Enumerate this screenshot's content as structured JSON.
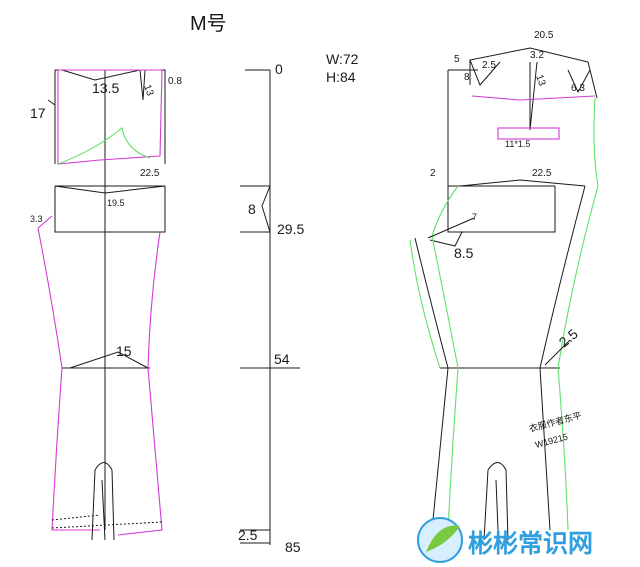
{
  "title": "M号",
  "specs": {
    "waist": "W:72",
    "hip": "H:84"
  },
  "scale": {
    "top": "0",
    "crotch": "29.5",
    "knee": "54",
    "bottom": "85",
    "band": "8",
    "hem": "2.5"
  },
  "front": {
    "waist_shape": "13.5",
    "dart": "13",
    "offset": "0.8",
    "side": "17",
    "hip_line": "22.5",
    "crotch_line": "19.5",
    "crotch_ext": "3.3",
    "knee": "15"
  },
  "back": {
    "waist_total": "20.5",
    "left_offset": "5",
    "left_dart": "2.5",
    "dart_depth": "8",
    "center_mark": "3.2",
    "center_depth": "13",
    "right_piece": "6.3",
    "pocket": "11*1.5",
    "rise_mark": "2",
    "hip_line": "22.5",
    "crotch_small": "7",
    "crotch_ext": "8.5",
    "knee_mark": "2.5"
  },
  "author": {
    "line1": "衣服作者东平",
    "line2": "W19215"
  },
  "watermark": {
    "text": "彬彬常识网",
    "color": "#2f9fe0",
    "leaf": "#7ac943"
  }
}
